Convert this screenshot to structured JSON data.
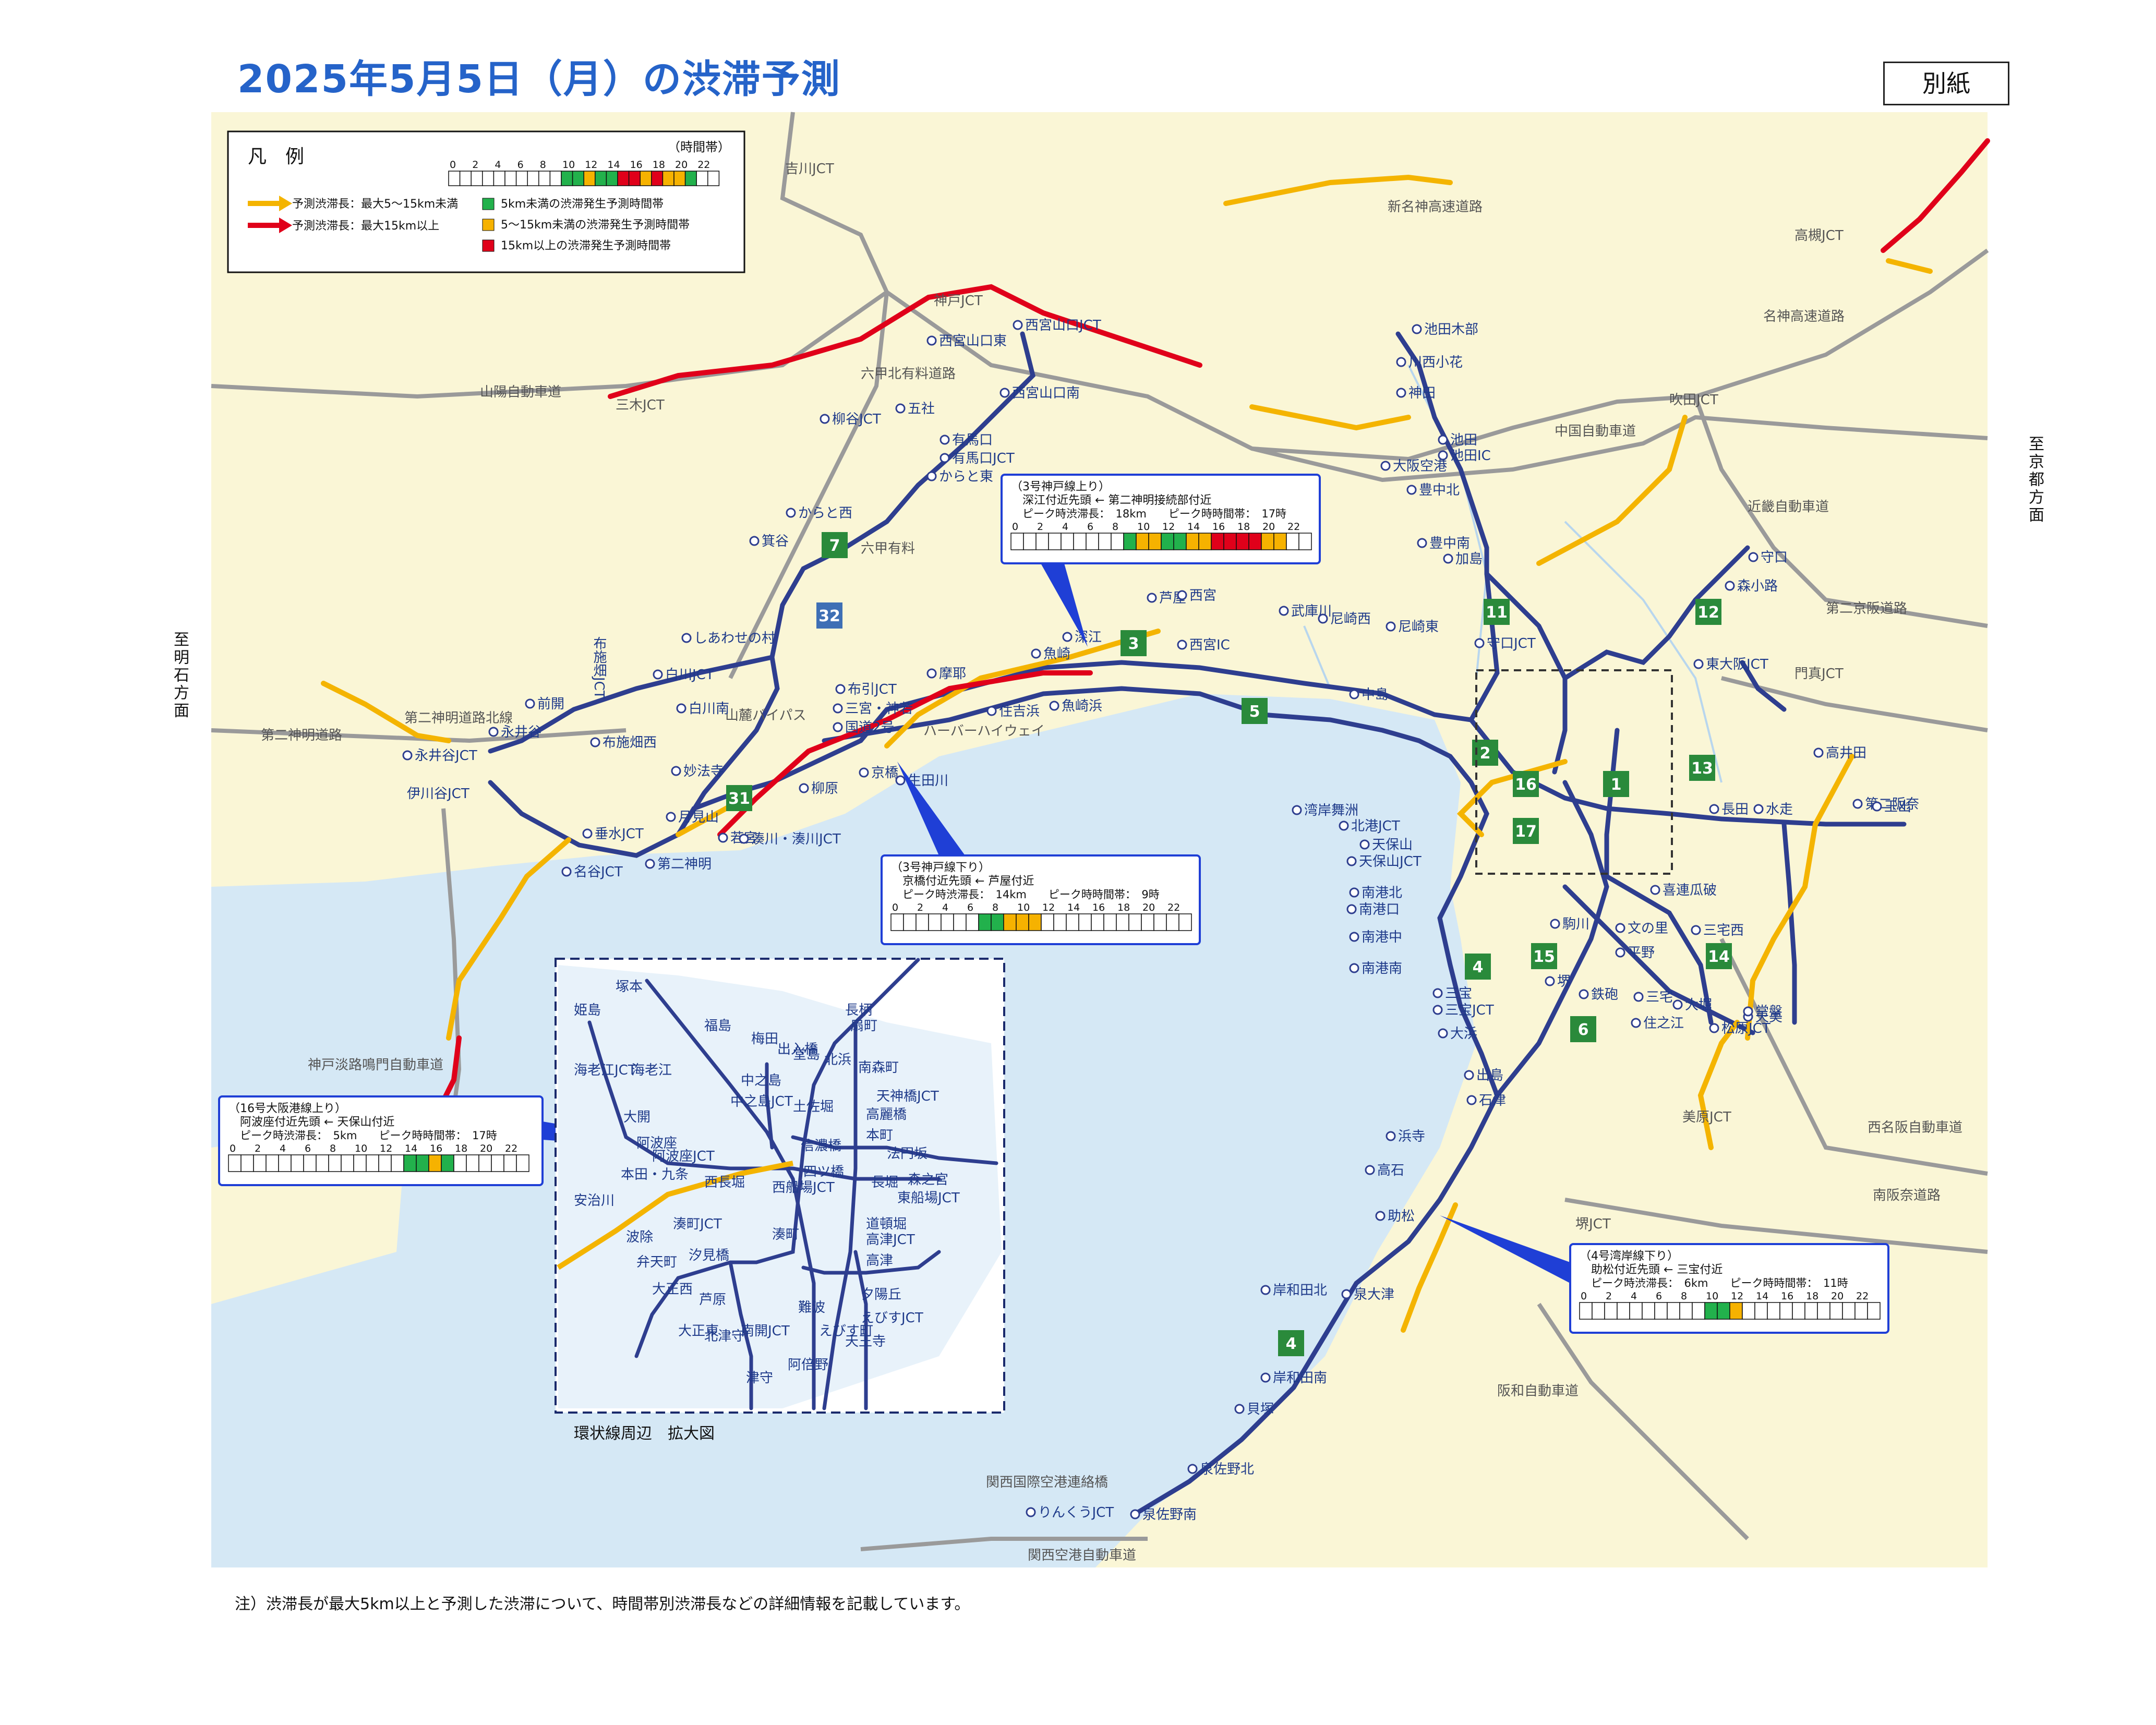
{
  "title": "2025年5月5日（月）の渋滞予測",
  "attachment_label": "別紙",
  "footnote": "注）渋滞長が最大5km以上と予測した渋滞について、時間帯別渋滞長などの詳細情報を記載しています。",
  "direction_left": "至明石方面",
  "direction_right": "至京都方面",
  "inset_caption": "環状線周辺　拡大図",
  "legend": {
    "title": "凡　例",
    "time_band_label": "（時間帯）",
    "hours": [
      "0",
      "2",
      "4",
      "6",
      "8",
      "10",
      "12",
      "14",
      "16",
      "18",
      "20",
      "22"
    ],
    "sample_cells": [
      "none",
      "none",
      "none",
      "none",
      "none",
      "none",
      "none",
      "none",
      "none",
      "none",
      "green",
      "green",
      "yellow",
      "green",
      "green",
      "red",
      "red",
      "yellow",
      "red",
      "yellow",
      "yellow",
      "green",
      "none",
      "none"
    ],
    "arrow_yellow_label": "予測渋滞長：最大5～15km未満",
    "arrow_red_label": "予測渋滞長：最大15km以上",
    "box_green_label": "5km未満の渋滞発生予測時間帯",
    "box_yellow_label": "5～15km未満の渋滞発生予測時間帯",
    "box_red_label": "15km以上の渋滞発生予測時間帯",
    "colors": {
      "green": "#22b14c",
      "yellow": "#f6b200",
      "red": "#e0001a"
    }
  },
  "callouts": [
    {
      "route": "（3号神戸線上り）",
      "section": "深江付近先頭 ← 第二神明接続部付近",
      "peak": "ピーク時渋滞長：　18km　　ピーク時時間帯：　17時",
      "cells": [
        "none",
        "none",
        "none",
        "none",
        "none",
        "none",
        "none",
        "none",
        "none",
        "green",
        "yellow",
        "yellow",
        "green",
        "green",
        "yellow",
        "yellow",
        "red",
        "red",
        "red",
        "red",
        "yellow",
        "yellow",
        "none",
        "none"
      ]
    },
    {
      "route": "（3号神戸線下り）",
      "section": "京橋付近先頭 ← 芦屋付近",
      "peak": "ピーク時渋滞長：　14km　　ピーク時時間帯：　9時",
      "cells": [
        "none",
        "none",
        "none",
        "none",
        "none",
        "none",
        "none",
        "green",
        "green",
        "yellow",
        "yellow",
        "yellow",
        "none",
        "none",
        "none",
        "none",
        "none",
        "none",
        "none",
        "none",
        "none",
        "none",
        "none",
        "none"
      ]
    },
    {
      "route": "（16号大阪港線上り）",
      "section": "阿波座付近先頭 ← 天保山付近",
      "peak": "ピーク時渋滞長：　5km　　ピーク時時間帯：　17時",
      "cells": [
        "none",
        "none",
        "none",
        "none",
        "none",
        "none",
        "none",
        "none",
        "none",
        "none",
        "none",
        "none",
        "none",
        "none",
        "green",
        "green",
        "yellow",
        "green",
        "none",
        "none",
        "none",
        "none",
        "none",
        "none"
      ]
    },
    {
      "route": "（4号湾岸線下り）",
      "section": "助松付近先頭 ← 三宝付近",
      "peak": "ピーク時渋滞長：　6km　　ピーク時時間帯：　11時",
      "cells": [
        "none",
        "none",
        "none",
        "none",
        "none",
        "none",
        "none",
        "none",
        "none",
        "none",
        "green",
        "green",
        "yellow",
        "none",
        "none",
        "none",
        "none",
        "none",
        "none",
        "none",
        "none",
        "none",
        "none",
        "none"
      ]
    }
  ],
  "road_labels": [
    "山陽自動車道",
    "新名神高速道路",
    "名神高速道路",
    "中国自動車道",
    "近畿自動車道",
    "第二京阪道路",
    "第二神明道路北線",
    "第二神明道路",
    "神戸淡路鳴門自動車道",
    "西名阪自動車道",
    "南阪奈道路",
    "阪和自動車道",
    "関西国際空港連絡橋",
    "関西空港自動車道",
    "六甲北有料道路",
    "六甲有料",
    "山麓バイパス",
    "ハーバーハイウェイ"
  ],
  "jct_labels": [
    "吉川JCT",
    "神戸JCT",
    "三木JCT",
    "高槻JCT",
    "吹田JCT",
    "門真JCT",
    "美原JCT",
    "堺JCT",
    "布施畑JCT",
    "伊川谷JCT"
  ],
  "stations": [
    "西宮山口JCT",
    "西宮山口東",
    "西宮山口南",
    "五社",
    "柳谷JCT",
    "有馬口",
    "有馬口JCT",
    "からと東",
    "からと西",
    "箕谷",
    "しあわせの村",
    "白川JCT",
    "白川南",
    "妙法寺",
    "前開",
    "永井谷",
    "永井谷JCT",
    "布施畑西",
    "垂水JCT",
    "名谷JCT",
    "月見山",
    "第二神明",
    "若宮",
    "湊川・湊川JCT",
    "柳原",
    "京橋",
    "生田川",
    "摩耶",
    "布引JCT",
    "三宮・神若",
    "国道2号",
    "住吉浜",
    "魚崎浜",
    "魚崎",
    "深江",
    "芦屋",
    "西宮",
    "西宮IC",
    "武庫川",
    "尼崎西",
    "尼崎東",
    "中島",
    "湾岸舞洲",
    "北港JCT",
    "天保山",
    "天保山JCT",
    "南港北",
    "南港口",
    "南港中",
    "南港南",
    "三宝",
    "三宝JCT",
    "大浜",
    "出島",
    "石津",
    "浜寺",
    "高石",
    "助松",
    "泉大津",
    "岸和田北",
    "岸和田南",
    "貝塚",
    "泉佐野北",
    "泉佐野南",
    "りんくうJCT",
    "池田木部",
    "川西小花",
    "神田",
    "池田",
    "池田IC",
    "大阪空港",
    "豊中北",
    "豊中南",
    "加島",
    "守口JCT",
    "守口",
    "森小路",
    "東大阪JCT",
    "高井田",
    "長田",
    "水走",
    "第二阪奈",
    "玉出",
    "駒川",
    "文の里",
    "喜連瓜破",
    "平野",
    "三宅西",
    "三宅",
    "大堀",
    "松原JCT",
    "天美",
    "常盤",
    "住之江",
    "鉄砲",
    "堺"
  ],
  "inset_stations": [
    "塚本",
    "姫島",
    "福島",
    "梅田",
    "出入橋",
    "堂島",
    "北浜",
    "扇町",
    "長柄",
    "南森町",
    "中之島",
    "中之島JCT",
    "土佐堀",
    "天神橋JCT",
    "高麗橋",
    "本町",
    "法円坂",
    "信濃橋",
    "長堀",
    "森之宮",
    "東船場JCT",
    "四ツ橋",
    "道頓堀",
    "高津JCT",
    "高津",
    "夕陽丘",
    "えびすJCT",
    "天王寺",
    "阿倍野",
    "難波",
    "えびす町",
    "湊町JCT",
    "湊町",
    "汐見橋",
    "芦原",
    "大正西",
    "大正東",
    "北津守",
    "津守",
    "南開JCT",
    "弁天町",
    "波除",
    "安治川",
    "本田・九条",
    "阿波座JCT",
    "阿波座",
    "西長堀",
    "西船場JCT",
    "海老江",
    "海老江JCT",
    "大開"
  ],
  "route_numbers": [
    "1",
    "2",
    "3",
    "4",
    "5",
    "6",
    "7",
    "11",
    "12",
    "13",
    "14",
    "15",
    "16",
    "17",
    "31",
    "32"
  ]
}
